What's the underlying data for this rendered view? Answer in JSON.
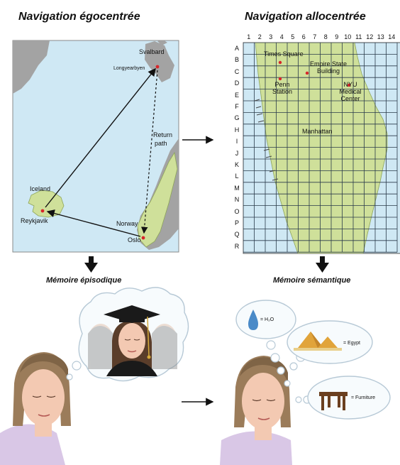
{
  "titles": {
    "left": "Navigation égocentrée",
    "right": "Navigation allocentrée",
    "episodic": "Mémoire épisodique",
    "semantic": "Mémoire sémantique"
  },
  "ego_map": {
    "places": {
      "svalbard": "Svalbard",
      "longyearbyen": "Longyearbyen",
      "iceland": "Iceland",
      "reykjavik": "Reykjavik",
      "norway": "Norway",
      "oslo": "Oslo"
    },
    "return_path": [
      "Return",
      "path"
    ]
  },
  "allo_map": {
    "columns": [
      "1",
      "2",
      "3",
      "4",
      "5",
      "6",
      "7",
      "8",
      "9",
      "10",
      "11",
      "12",
      "13",
      "14"
    ],
    "rows": [
      "A",
      "B",
      "C",
      "D",
      "E",
      "F",
      "G",
      "H",
      "I",
      "J",
      "K",
      "L",
      "M",
      "N",
      "O",
      "P",
      "Q",
      "R"
    ],
    "places": {
      "times_square": "Times Square",
      "empire_state": [
        "Empire State",
        "Building"
      ],
      "penn_station": [
        "Penn",
        "Station"
      ],
      "nyu": [
        "NYU",
        "Medical",
        "Center"
      ],
      "manhattan": "Manhattan"
    }
  },
  "semantic_items": {
    "water": "= H₂O",
    "egypt": "= Egypt",
    "furniture": "= Furniture"
  },
  "colors": {
    "sea": "#cfe8f4",
    "land_gray": "#a3a3a3",
    "land_green": "#cfe09a",
    "land_green_dark": "#8ea55a",
    "grid": "#2a3a4a",
    "dot": "#d8262a",
    "skin": "#f3c9b2",
    "hair": "#9b7c5a"
  }
}
